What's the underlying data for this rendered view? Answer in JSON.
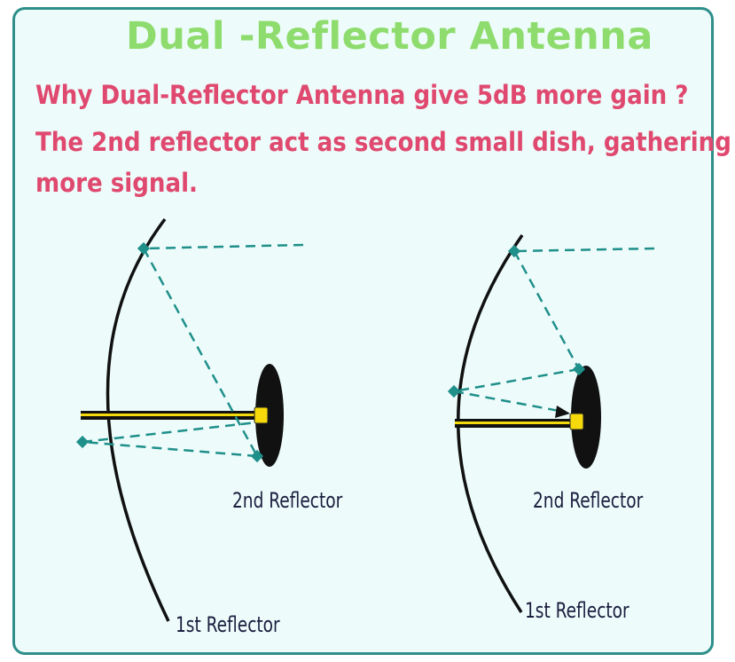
{
  "title": "Dual -Reflector Antenna",
  "text_lines": [
    "Why Dual-Reflector Antenna give 5dB more gain ?",
    "The 2nd reflector act as second small dish, gathering",
    "more signal."
  ],
  "labels": {
    "left_second": "2nd Reflector",
    "left_first": "1st Reflector",
    "right_second": "2nd Reflector",
    "right_first": "1st Reflector"
  },
  "colors": {
    "frame": "#2e8f8a",
    "background": "#edfcfb",
    "title": "#8fdc6e",
    "text": "#e0496f",
    "ray": "#1f8f8a",
    "reflector": "#111111",
    "feed": "#f5d90a"
  }
}
